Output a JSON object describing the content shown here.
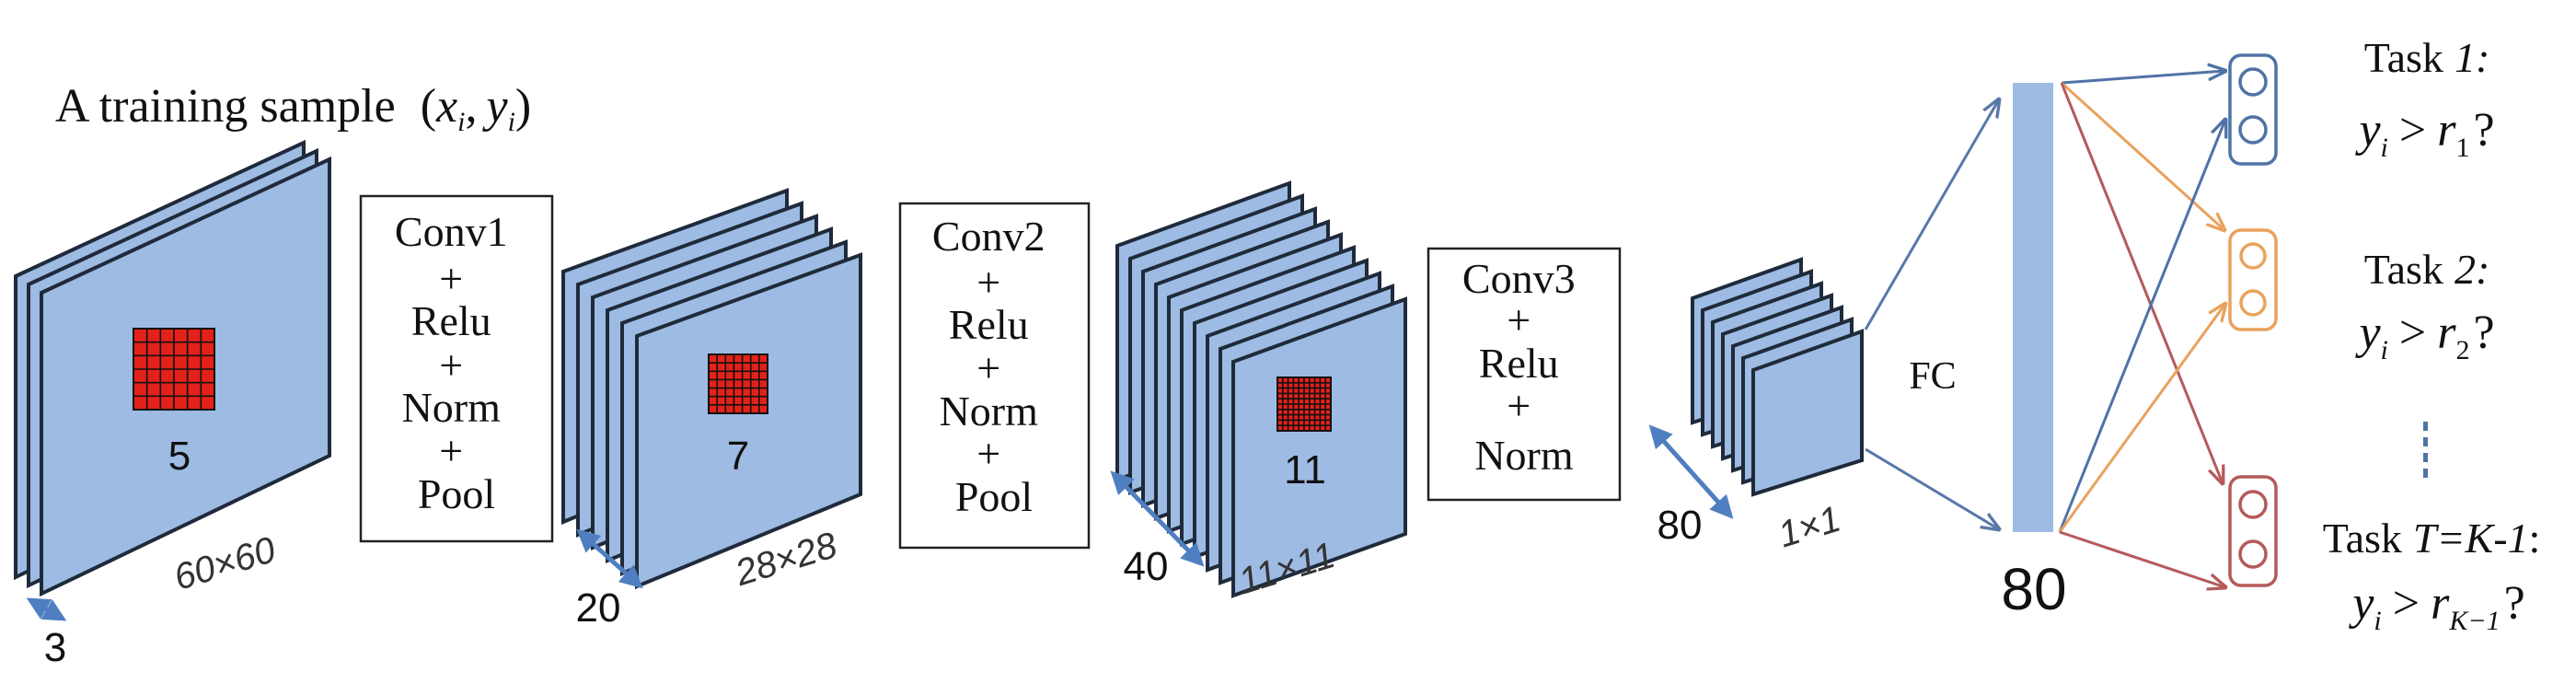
{
  "title": {
    "prefix": "A training sample",
    "open": "(",
    "x": "x",
    "x_sub": "i",
    "comma": ",",
    "y": "y",
    "y_sub": "i",
    "close": ")"
  },
  "layers": [
    {
      "id": "input",
      "kernel": "5",
      "size": "60×60",
      "depth": "3",
      "fill": "#9dbbe3"
    },
    {
      "id": "conv1",
      "kernel": "7",
      "size": "28×28",
      "depth": "20",
      "fill": "#9dbbe3"
    },
    {
      "id": "conv2",
      "kernel": "11",
      "size": "11×11",
      "depth": "40",
      "fill": "#9dbbe3"
    },
    {
      "id": "conv3",
      "kernel": "",
      "size": "1×1",
      "depth": "80",
      "fill": "#9dbbe3"
    }
  ],
  "ops": [
    {
      "lines": [
        "Conv1",
        "+",
        "Relu",
        "+",
        "Norm",
        "+",
        "Pool"
      ]
    },
    {
      "lines": [
        "Conv2",
        "+",
        "Relu",
        "+",
        "Norm",
        "+",
        "Pool"
      ]
    },
    {
      "lines": [
        "Conv3",
        "+",
        "Relu",
        "+",
        "Norm"
      ]
    }
  ],
  "fc": {
    "label": "FC",
    "size": "80",
    "bar_color": "#9dbbe3"
  },
  "tasks": [
    {
      "label": "Task",
      "index": "1:",
      "y": "y",
      "y_sub": "i",
      "op": ">",
      "r": "r",
      "r_sub": "1",
      "q": "?",
      "color": "#4f73a6"
    },
    {
      "label": "Task",
      "index": "2:",
      "y": "y",
      "y_sub": "i",
      "op": ">",
      "r": "r",
      "r_sub": "2",
      "q": "?",
      "color": "#e9a25d"
    },
    {
      "label": "Task",
      "index": "T=K-1",
      "colon": ":",
      "y": "y",
      "y_sub": "i",
      "op": ">",
      "r": "r",
      "r_sub": "K−1",
      "q": "?",
      "color": "#b45a5a"
    }
  ],
  "colors": {
    "layer_fill": "#9dbbe3",
    "outline": "#1f2a3a",
    "kernel": "#e3211b",
    "dim_arrow": "#4f7fc0",
    "fc_arrow": "#5978a8",
    "task_blue": "#4f73a6",
    "task_orange": "#e9a25d",
    "task_red": "#b45a5a"
  },
  "icons": {
    "node": "output-node-icon",
    "ellipsis": "vertical-ellipsis-icon"
  }
}
